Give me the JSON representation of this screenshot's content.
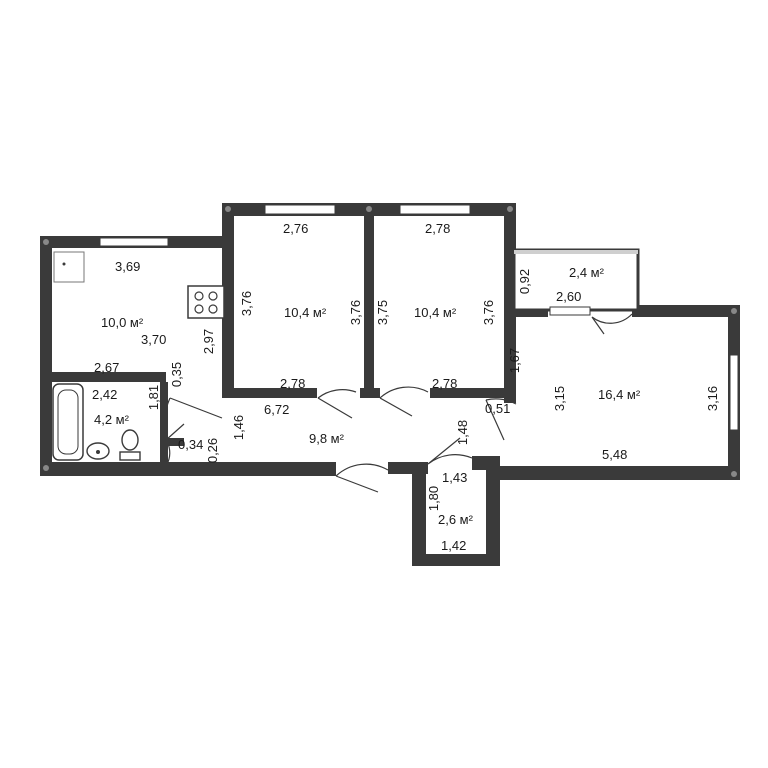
{
  "floor_plan": {
    "rooms": [
      {
        "id": "kitchen",
        "area": "10,0 м²",
        "dims": [
          "3,69",
          "3,70",
          "2,97",
          "2,67",
          "0,35"
        ]
      },
      {
        "id": "bedroom-1",
        "area": "10,4 м²",
        "dims": [
          "2,76",
          "3,76",
          "3,76",
          "2,78"
        ]
      },
      {
        "id": "bedroom-2",
        "area": "10,4 м²",
        "dims": [
          "2,78",
          "3,75",
          "3,76",
          "2,78"
        ]
      },
      {
        "id": "balcony",
        "area": "2,4 м²",
        "dims": [
          "0,92",
          "2,60"
        ]
      },
      {
        "id": "living-room",
        "area": "16,4 м²",
        "dims": [
          "1,67",
          "3,15",
          "3,16",
          "5,48"
        ]
      },
      {
        "id": "bathroom",
        "area": "4,2 м²",
        "dims": [
          "2,42",
          "1,81"
        ]
      },
      {
        "id": "hallway",
        "area": "9,8 м²",
        "dims": [
          "6,72",
          "1,46",
          "0,34",
          "0,26",
          "1,48",
          "0,51"
        ]
      },
      {
        "id": "storage",
        "area": "2,6 м²",
        "dims": [
          "1,43",
          "1,80",
          "1,42"
        ]
      }
    ],
    "labels": {
      "kitchen_top": "3,69",
      "kitchen_area": "10,0 м²",
      "kitchen_depth": "3,70",
      "kitchen_right": "2,97",
      "kitchen_bottom": "2,67",
      "kitchen_gap": "0,35",
      "bed1_top": "2,76",
      "bed1_left": "3,76",
      "bed1_area": "10,4 м²",
      "bed1_right": "3,76",
      "bed1_bottom": "2,78",
      "bed2_top": "2,78",
      "bed2_left": "3,75",
      "bed2_area": "10,4 м²",
      "bed2_right": "3,76",
      "bed2_bottom": "2,78",
      "balcony_left": "0,92",
      "balcony_area": "2,4 м²",
      "balcony_bottom": "2,60",
      "living_left": "1,67",
      "living_inner": "3,15",
      "living_area": "16,4 м²",
      "living_right": "3,16",
      "living_bottom": "5,48",
      "bath_top": "2,42",
      "bath_side": "1,81",
      "bath_area": "4,2 м²",
      "hall_top": "6,72",
      "hall_left": "1,46",
      "hall_a": "0,34",
      "hall_b": "0,26",
      "hall_area": "9,8 м²",
      "hall_right": "1,48",
      "hall_c": "0,51",
      "storage_top": "1,43",
      "storage_left": "1,80",
      "storage_area": "2,6 м²",
      "storage_bottom": "1,42"
    },
    "colors": {
      "wall": "#3a3a3a",
      "floor": "#ffffff",
      "fixture": "#777777"
    }
  }
}
